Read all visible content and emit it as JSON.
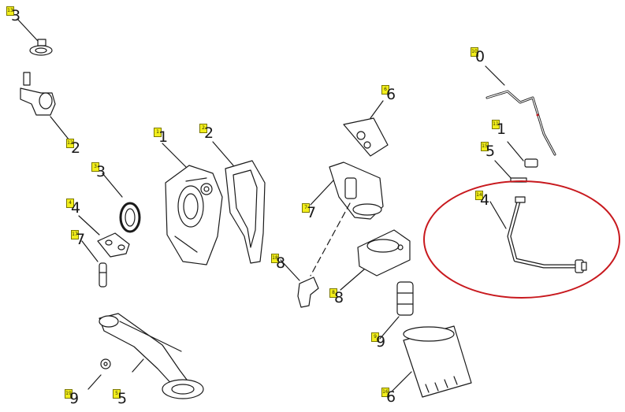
{
  "diagram": {
    "highlight_color": "#c8191e",
    "tag_color": "#f2ee1c",
    "line_color": "#1a1a1a",
    "callouts": [
      {
        "id": "c13a",
        "tag": "13",
        "number": "3"
      },
      {
        "id": "c12",
        "tag": "12",
        "number": "2"
      },
      {
        "id": "c1",
        "tag": "1",
        "number": "1"
      },
      {
        "id": "c2",
        "tag": "2",
        "number": "2"
      },
      {
        "id": "c3",
        "tag": "3",
        "number": "3"
      },
      {
        "id": "c4",
        "tag": "4",
        "number": "4"
      },
      {
        "id": "c17",
        "tag": "17",
        "number": "7"
      },
      {
        "id": "c6",
        "tag": "6",
        "number": "6"
      },
      {
        "id": "c7",
        "tag": "7",
        "number": "7"
      },
      {
        "id": "c18",
        "tag": "18",
        "number": "8"
      },
      {
        "id": "c8",
        "tag": "8",
        "number": "8"
      },
      {
        "id": "c9",
        "tag": "9",
        "number": "9"
      },
      {
        "id": "c16",
        "tag": "16",
        "number": "6"
      },
      {
        "id": "c5",
        "tag": "5",
        "number": "5"
      },
      {
        "id": "c19",
        "tag": "19",
        "number": "9"
      },
      {
        "id": "c10",
        "tag": "10",
        "number": "0"
      },
      {
        "id": "c11",
        "tag": "11",
        "number": "1"
      },
      {
        "id": "c15",
        "tag": "15",
        "number": "5"
      },
      {
        "id": "c14",
        "tag": "14",
        "number": "4"
      }
    ]
  }
}
